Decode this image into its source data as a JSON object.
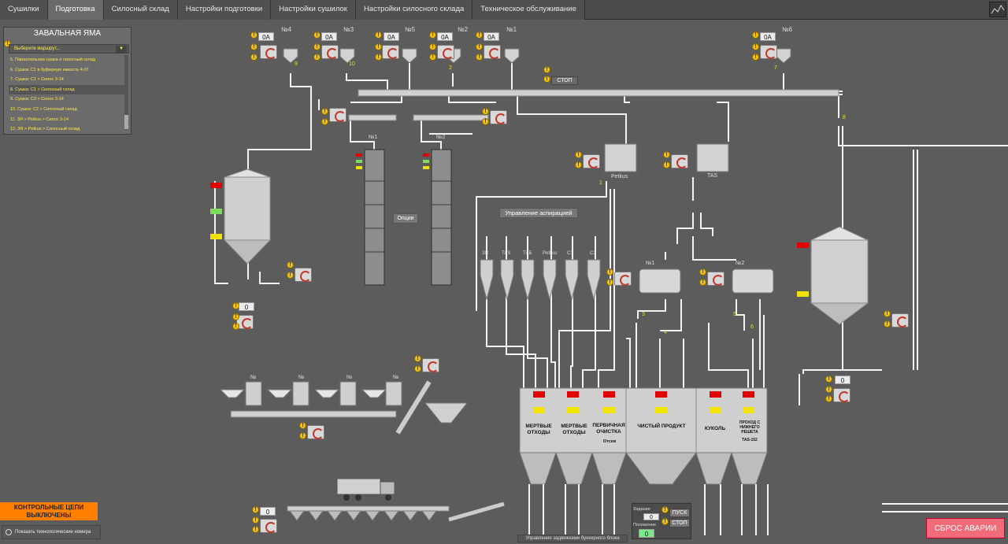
{
  "tabs": [
    "Сушилки",
    "Подготовка",
    "Силосный склад",
    "Настройки подготовки",
    "Настройки сушилок",
    "Настройки силосного склада",
    "Техническое обслуживание"
  ],
  "active_tab": 1,
  "pit": {
    "title": "ЗАВАЛЬНАЯ ЯМА",
    "select_placeholder": "Выберите маршрут...",
    "routes": [
      "5. Параллельная сушка и силосный склад",
      "6. Сушка: С1 в буферную емкость 4-07",
      "7. Сушка: С1 > Силос 3-14",
      "8. Сушка: С1 > Силосный склад",
      "9. Сушка: С3 > Силос 3-14",
      "10. Сушка: С2 > Силосный склад",
      "11. ЗЯ > Petkus > Силос 3-14",
      "12. ЗЯ > Petkus > Силосный склад"
    ],
    "selected_index": 3
  },
  "top_hoppers": [
    {
      "label": "№4",
      "value": "0A"
    },
    {
      "label": "№3",
      "value": "0A"
    },
    {
      "label": "№5",
      "value": "0A"
    },
    {
      "label": "№2",
      "value": "0A"
    },
    {
      "label": "№1",
      "value": "0A"
    },
    {
      "label": "№6",
      "value": "0A"
    }
  ],
  "valve_numbers": [
    "9",
    "10",
    "2",
    "7",
    "8",
    "1",
    "3",
    "4",
    "5",
    "6"
  ],
  "dryers": [
    {
      "label": "№1"
    },
    {
      "label": "№2"
    }
  ],
  "separators": [
    {
      "label": "№1"
    },
    {
      "label": "№2"
    }
  ],
  "machines": {
    "petkus": "Petkus",
    "tas": "TAS"
  },
  "cyclones": [
    "ЗЯ",
    "TAS",
    "ТАБ",
    "Petkus",
    "С1",
    "С2"
  ],
  "buttons": {
    "options": "Опции",
    "aspiration": "Управление аспирацией",
    "stop": "СТОП",
    "reset": "СБРОС АВАРИИ",
    "start_small": "ПУСК",
    "stop_small": "СТОП"
  },
  "counters": {
    "left_silo": "0",
    "right_silo": "0",
    "bottom_conveyor": "0",
    "valve_setpoint": "0",
    "valve_position": "0"
  },
  "valve_panel": {
    "setpoint_label": "Задание",
    "position_label": "Положение",
    "caption": "Управление задвижками бункерного блока"
  },
  "bins": [
    {
      "label": "МЕРТВЫЕ ОТХОДЫ"
    },
    {
      "label": "МЕРТВЫЕ ОТХОДЫ"
    },
    {
      "label": "ПЕРВИЧНАЯ ОЧИСТКА",
      "sub": "Отсев"
    },
    {
      "label": "ЧИСТЫЙ ПРОДУКТ"
    },
    {
      "label": "КУКОЛЬ"
    },
    {
      "label": "ПРОХОД С НИЖНЕГО РЕШЕТА",
      "sub": "TAS-152"
    }
  ],
  "scale_labels": [
    "№",
    "№",
    "№",
    "№"
  ],
  "alarm_text": "КОНТРОЛЬНЫЕ ЦЕПИ ВЫКЛЮЧЕНЫ",
  "tech_numbers_label": "Показать технологические номера",
  "colors": {
    "bg": "#5c5c5c",
    "pipe": "#f2f2f2",
    "warn": "#f4c20d",
    "alarm": "#ff7f00",
    "reset": "#f06c78",
    "indicator_red": "#e00000",
    "indicator_yellow": "#f2e200",
    "indicator_green": "#7ddc5b"
  }
}
